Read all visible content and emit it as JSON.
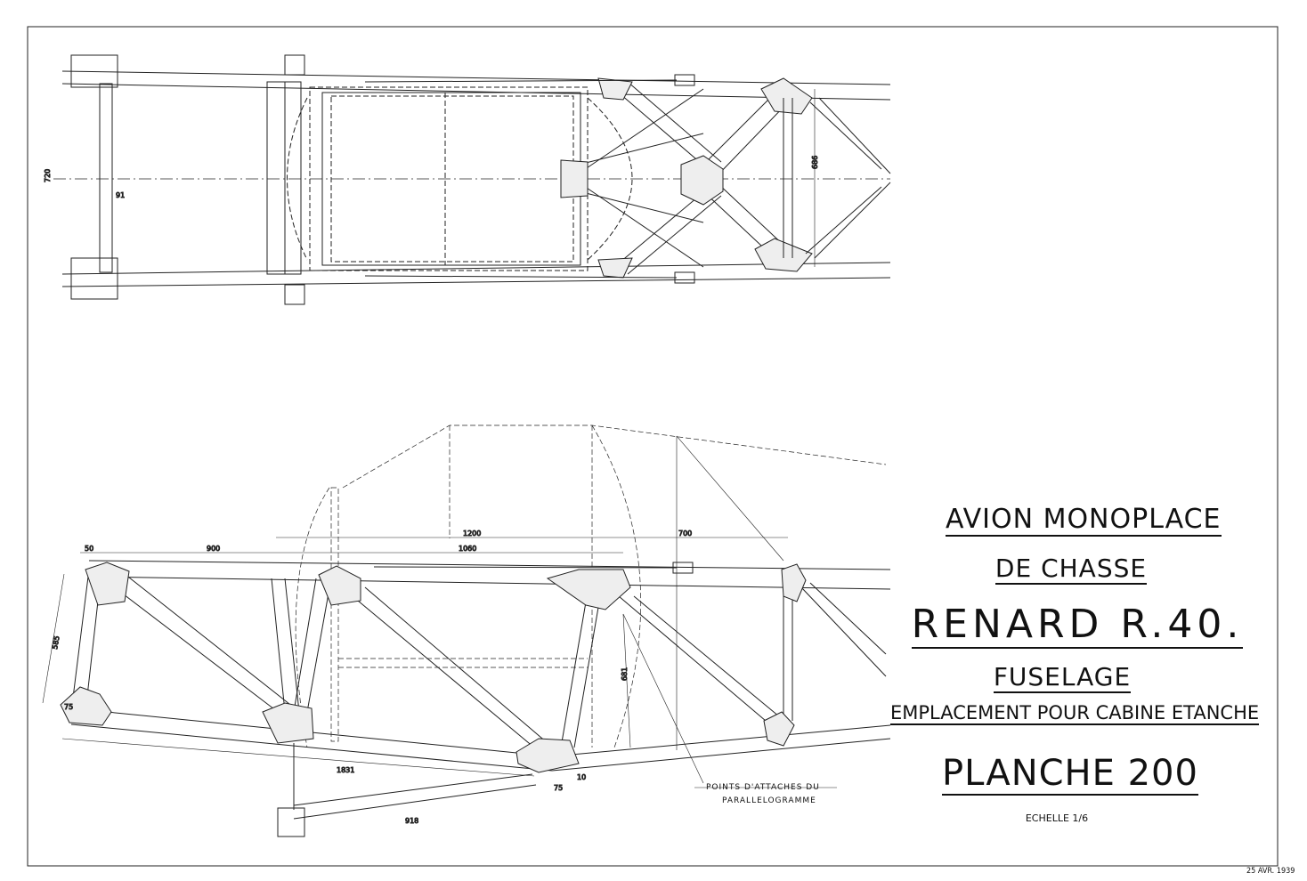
{
  "title": {
    "line1": "AVION MONOPLACE",
    "line2": "DE CHASSE",
    "line3": "RENARD R.40.",
    "line4": "FUSELAGE",
    "line5": "EMPLACEMENT POUR CABINE ETANCHE",
    "line6": "PLANCHE 200",
    "scale": "ECHELLE 1/6"
  },
  "stamp": "25 AVR. 1939",
  "notes": {
    "attach_line1": "POINTS D'ATTACHES DU",
    "attach_line2": "PARALLELOGRAMME"
  },
  "dimensions": {
    "top_width": "720",
    "top_sub": "91",
    "top_right": "686",
    "d50": "50",
    "d900": "900",
    "d1200": "1200",
    "d1060": "1060",
    "d700": "700",
    "d585": "585",
    "d1831": "1831",
    "d918": "918",
    "d75": "75",
    "d10": "10",
    "d681": "681",
    "d75b": "75"
  }
}
